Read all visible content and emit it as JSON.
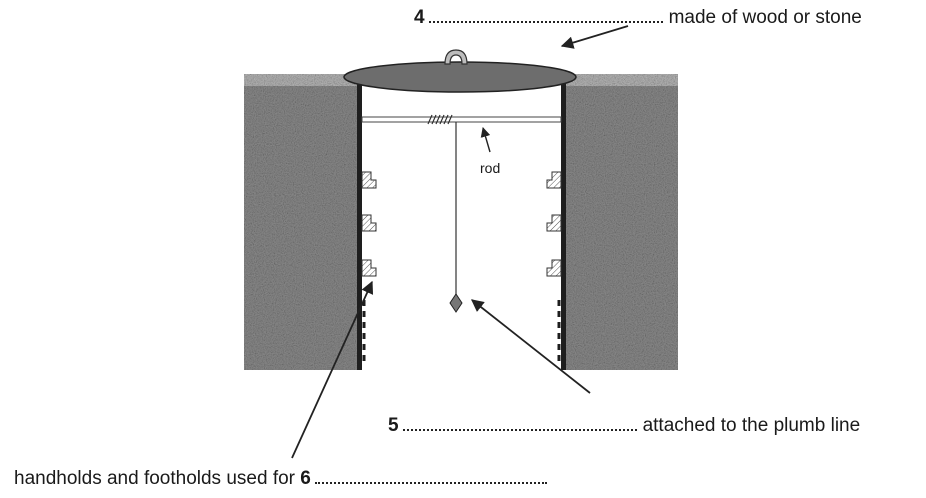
{
  "labels": {
    "item4": {
      "number": "4",
      "text": "made of wood or stone"
    },
    "item5": {
      "number": "5",
      "text": "attached to the plumb line"
    },
    "item6": {
      "prefix": "handholds and footholds used for",
      "number": "6"
    },
    "rod": "rod"
  },
  "colors": {
    "rock": "#8a8a8a",
    "rock_dark": "#5c5c5c",
    "lid": "#6d6d6d",
    "ground_strip": "#b5b5b5",
    "wall": "#1e1e1e"
  }
}
